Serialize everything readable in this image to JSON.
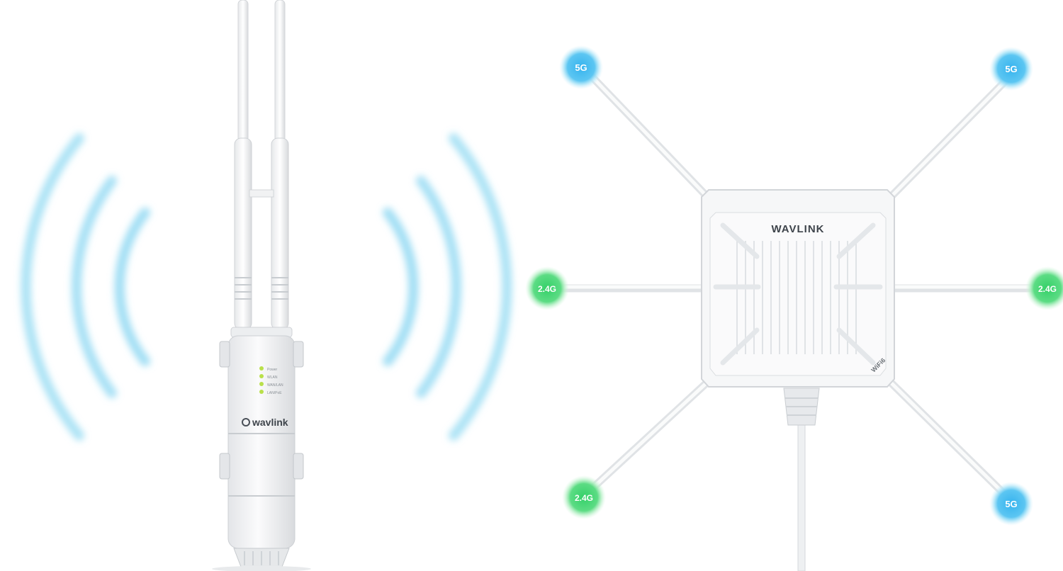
{
  "left_product": {
    "brand": "wavlink",
    "led_labels": [
      "Power",
      "WLAN",
      "WAN/LAN",
      "LAN/PoE"
    ]
  },
  "right_product": {
    "brand": "WAVLINK",
    "badge": "WiFi6",
    "antenna_labels": {
      "top_left": "5G",
      "top_right": "5G",
      "mid_left": "2.4G",
      "mid_right": "2.4G",
      "bottom_left": "2.4G",
      "bottom_right": "5G"
    },
    "colors": {
      "band_5g": "#3cb7ee",
      "band_2g": "#3fd46a"
    }
  },
  "signal_wave_color": "#8fd8f2"
}
